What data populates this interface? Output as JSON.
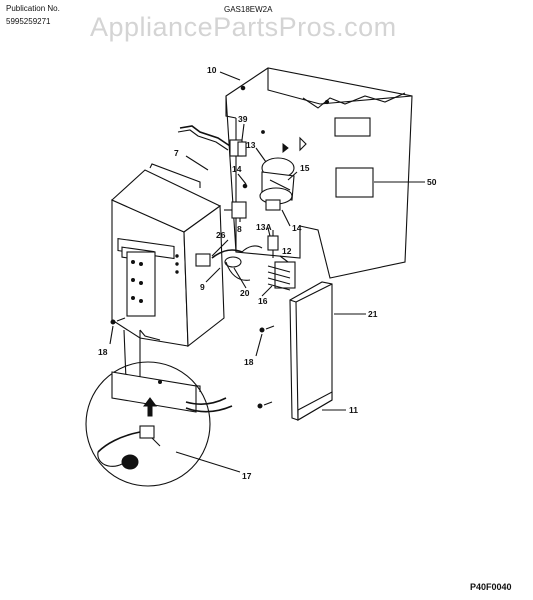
{
  "header": {
    "publication_label": "Publication No.",
    "publication_number": "5995259271",
    "model": "GAS18EW2A",
    "watermark": "AppliancePartsPros.com"
  },
  "footer": {
    "figure_code": "P40F0040"
  },
  "callouts": {
    "c10": "10",
    "c39": "39",
    "c13": "13",
    "c7": "7",
    "c14a": "14",
    "c15": "15",
    "c50": "50",
    "c8": "8",
    "c14b": "14",
    "c13a": "13A",
    "c26": "26",
    "c12": "12",
    "c9": "9",
    "c20": "20",
    "c16": "16",
    "c21": "21",
    "c18a": "18",
    "c18b": "18",
    "c11": "11",
    "c17": "17"
  }
}
